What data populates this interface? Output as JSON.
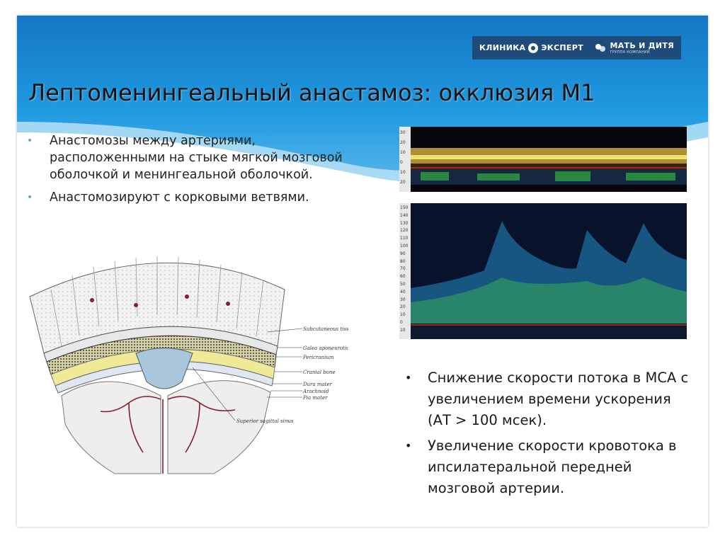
{
  "logo": {
    "left_text": "КЛИНИКА",
    "left_text_2": "ЭКСПЕРТ",
    "right_text": "МАТЬ И ДИТЯ",
    "right_sub": "ГРУППА КОМПАНИЙ"
  },
  "title": "Лептоменингеальный анастамоз: окклюзия М1",
  "left_bullets": [
    "Анастомозы между артериями, расположенными на стыке мягкой мозговой оболочкой и менингеальной оболочкой.",
    "Анастомозируют с корковыми ветвями."
  ],
  "right_bullets": [
    "Снижение скорости потока в МСА с увеличением времени ускорения (АТ > 100 мсек).",
    "Увеличение скорости кровотока в ипсилатеральной передней мозговой артерии."
  ],
  "bullet_char_left": "•",
  "bullet_char_right": "•",
  "diagram_labels": [
    "Subcutaneous tissue",
    "Galea aponeurotica",
    "Pericranium",
    "Cranial bone",
    "Dura mater",
    "Arachnoid",
    "Pia mater",
    "Superior sagittal sinus"
  ],
  "doppler_top_scale": [
    "30",
    "20",
    "10",
    "0",
    "10",
    "20"
  ],
  "doppler_bottom_scale": [
    "150",
    "140",
    "130",
    "120",
    "110",
    "100",
    "90",
    "80",
    "70",
    "60",
    "50",
    "40",
    "30",
    "20",
    "10",
    "0",
    "10"
  ],
  "colors": {
    "header_blue": "#1a8fd6",
    "header_light": "#8fd0f2",
    "logo_bg": "#1f4b7a",
    "bullet_left": "#5aa7d8"
  }
}
